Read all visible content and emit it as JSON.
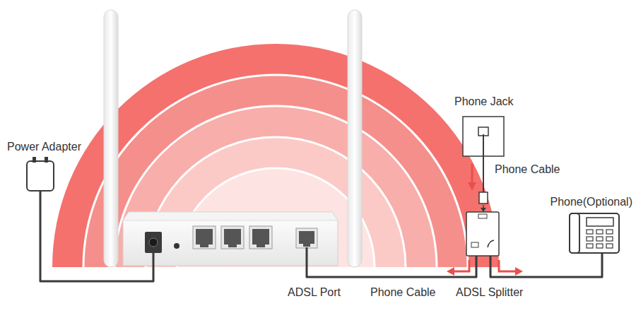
{
  "diagram": {
    "labels": [
      "Power Adapter",
      "Phone Jack",
      "Phone Cable",
      "Phone(Optional)",
      "ADSL Port",
      "Phone Cable",
      "ADSL Splitter"
    ]
  }
}
